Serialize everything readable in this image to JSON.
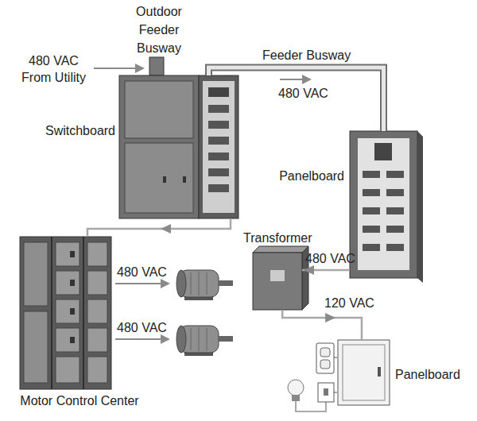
{
  "diagram": {
    "nodes": [
      {
        "text": [
          "Switchboard"
        ]
      },
      {
        "text": [
          "Panelboard"
        ]
      },
      {
        "text": [
          "Motor Control Center"
        ]
      },
      {
        "text": [
          "Transformer"
        ]
      },
      {
        "text": [
          "Panelboard"
        ]
      }
    ],
    "edges": [
      {
        "from": 0,
        "to": 1,
        "arrow": "none",
        "label": "Feeder Busway"
      },
      {
        "from": 0,
        "to": 2,
        "arrow": "to"
      },
      {
        "from": 1,
        "to": 3,
        "arrow": "to",
        "label": "480 VAC"
      },
      {
        "from": 3,
        "to": 4,
        "arrow": "to",
        "label": "120 VAC"
      }
    ],
    "labels": [
      "Outdoor Feeder Busway",
      "480 VAC From Utility",
      "480 VAC",
      "480 VAC",
      "480 VAC"
    ]
  }
}
